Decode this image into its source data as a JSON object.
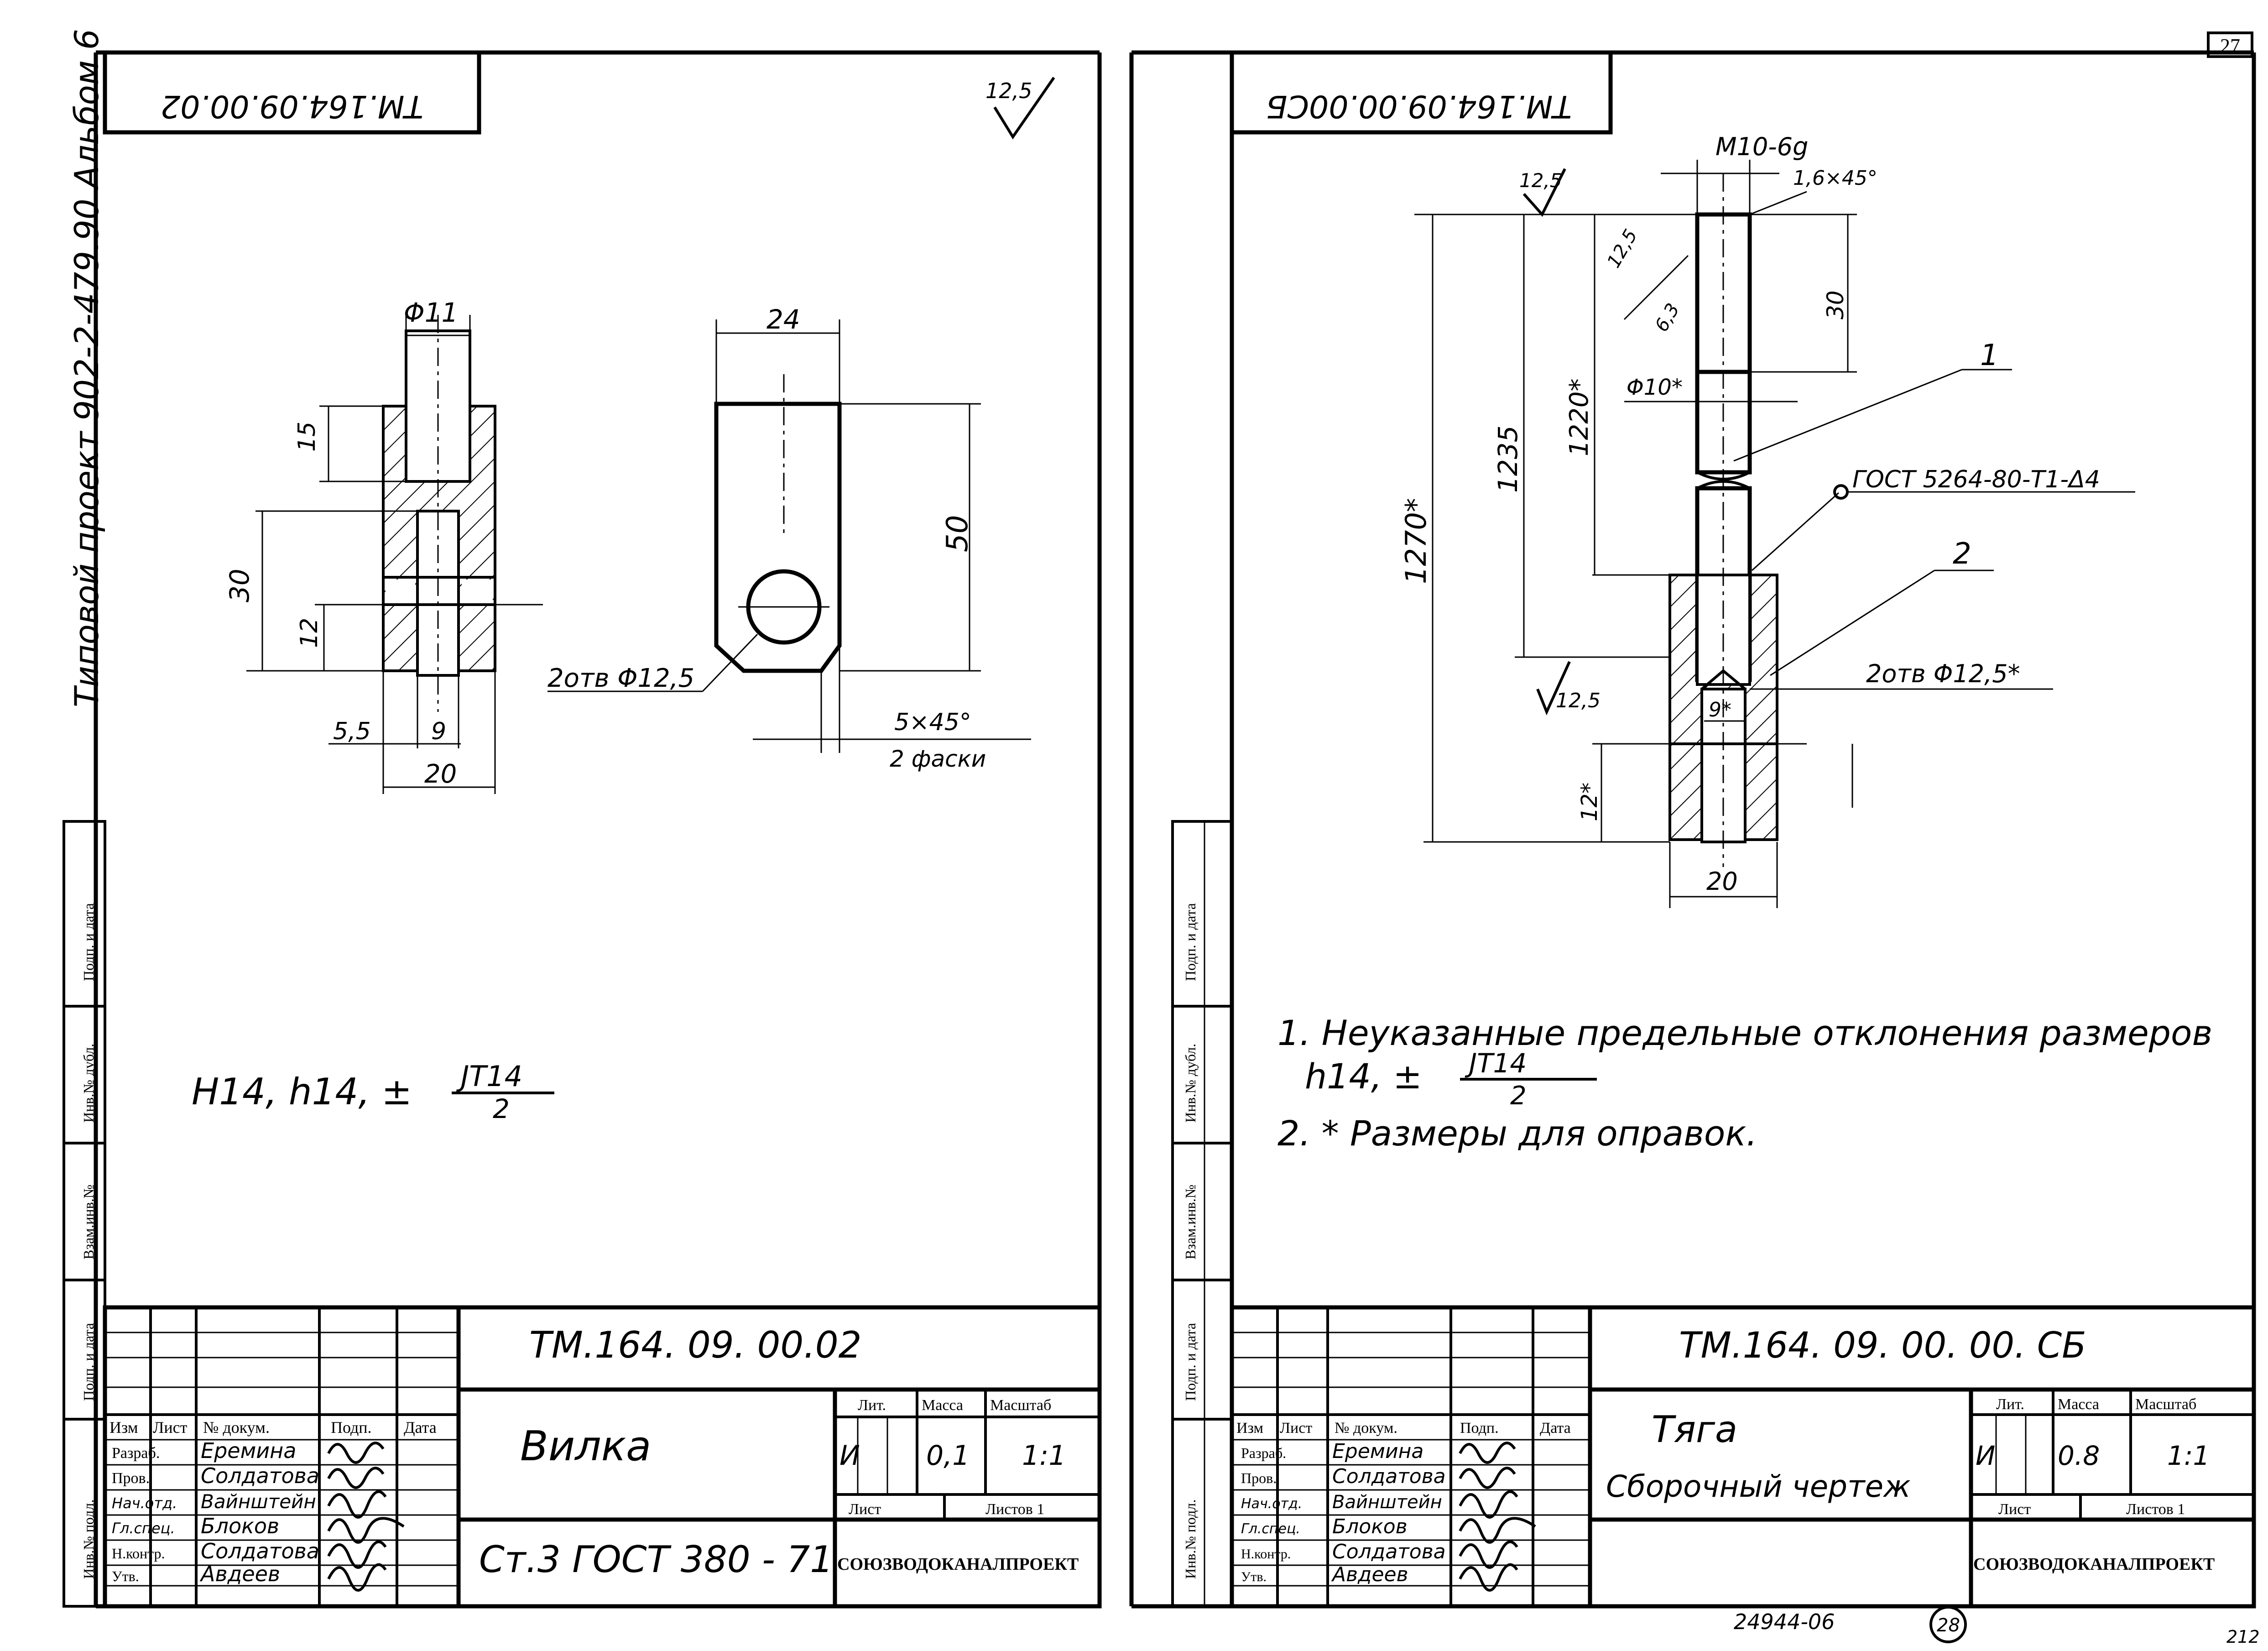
{
  "page_number": "27",
  "side_label": "Типовой проект 902-2-479.90 Альбом 6",
  "footer_code": "24944-06",
  "footer_page": "28",
  "corner_mark": "212",
  "margin_labels": [
    "Подп. и дата",
    "Инв.№ дубл.",
    "Взам.инв.№",
    "Подп. и дата",
    "Инв.№ подл."
  ],
  "left_sheet": {
    "stamp_code": "ТМ.164.09.00.02",
    "roughness": "12,5",
    "dims": {
      "d11": "Φ11",
      "d15": "15",
      "d30": "30",
      "d12": "12",
      "d55": "5,5",
      "d9": "9",
      "d20": "20",
      "d24": "24",
      "d50": "50",
      "holes": "2отв Φ12,5",
      "chamfer": "5×45°",
      "chamfer2": "2 фаски"
    },
    "note": "H14, h14, ±",
    "note_frac_num": "JT14",
    "note_frac_den": "2",
    "title": {
      "code": "ТМ.164. 09. 00.02",
      "name": "Вилка",
      "material": "Ст.3 ГОСТ 380 - 71",
      "lit": "И",
      "mass": "0,1",
      "scale": "1:1",
      "sheet": "Лист",
      "sheets": "Листов 1",
      "org": "СОЮЗВОДОКАНАЛПРОЕКТ"
    }
  },
  "right_sheet": {
    "stamp_code": "ТМ.164.09.00.00СБ",
    "dims": {
      "thread": "M10-6g",
      "chamfer": "1,6×45°",
      "r1": "12,5",
      "r2": "12,5",
      "r3": "6,3",
      "d30": "30",
      "d10": "Φ10*",
      "d1220": "1220*",
      "d1235": "1235",
      "d1270": "1270*",
      "r4": "12,5",
      "d9": "9*",
      "d12": "12*",
      "d20": "20",
      "holes": "2отв Φ12,5*",
      "pos1": "1",
      "pos2": "2",
      "weld": "ГОСТ 5264-80-Т1-Δ4"
    },
    "notes": [
      "1. Неуказанные предельные отклонения размеров",
      "h14, ±",
      "2. * Размеры для оправок."
    ],
    "note_frac_num": "JT14",
    "note_frac_den": "2",
    "title": {
      "code": "ТМ.164. 09. 00. 00. СБ",
      "name": "Тяга",
      "name2": "Сборочный чертеж",
      "lit": "И",
      "mass": "0.8",
      "scale": "1:1",
      "sheet": "Лист",
      "sheets": "Листов 1",
      "org": "СОЮЗВОДОКАНАЛПРОЕКТ"
    }
  },
  "title_headers": {
    "izm": "Изм",
    "list": "Лист",
    "doc": "№ докум.",
    "podp": "Подп.",
    "data": "Дата",
    "lit": "Лит.",
    "massa": "Масса",
    "masshtab": "Масштаб"
  },
  "left_people": [
    {
      "role": "Разраб.",
      "name": "Еремина"
    },
    {
      "role": "Пров.",
      "name": "Солдатова"
    },
    {
      "role": "Нач.отд.",
      "name": "Вайнштейн"
    },
    {
      "role": "Гл.спец.",
      "name": "Блоков"
    },
    {
      "role": "Н.контр.",
      "name": "Солдатова"
    },
    {
      "role": "Утв.",
      "name": "Авдеев"
    }
  ],
  "right_people": [
    {
      "role": "Разраб.",
      "name": "Еремина"
    },
    {
      "role": "Пров.",
      "name": "Солдатова"
    },
    {
      "role": "Нач.отд.",
      "name": "Вайнштейн"
    },
    {
      "role": "Гл.спец.",
      "name": "Блоков"
    },
    {
      "role": "Н.контр.",
      "name": "Солдатова"
    },
    {
      "role": "Утв.",
      "name": "Авдеев"
    }
  ]
}
